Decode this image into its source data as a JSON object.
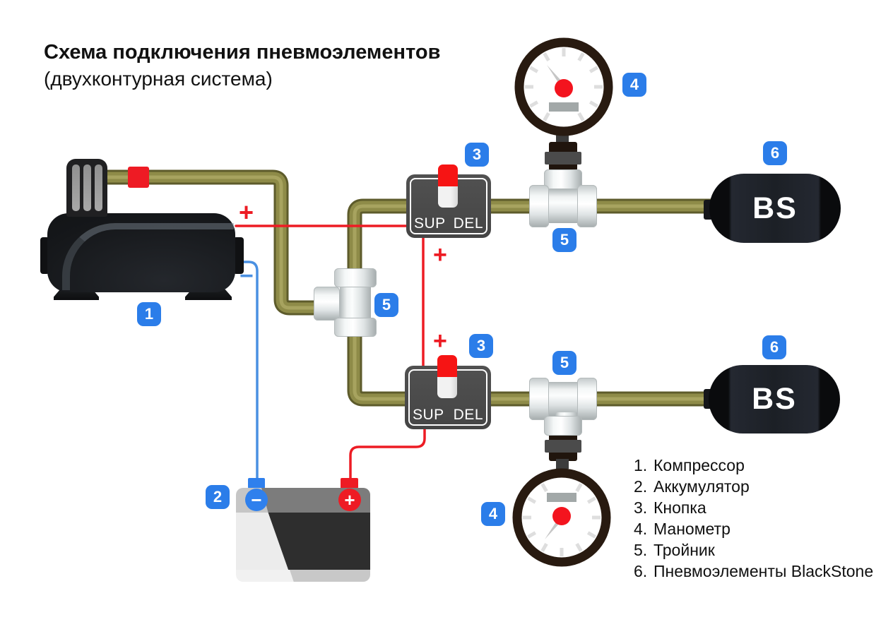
{
  "title": {
    "line1": "Схема подключения пневмоэлементов",
    "line2": "(двухконтурная система)"
  },
  "legend": {
    "items": [
      {
        "num": "1.",
        "label": "Компрессор"
      },
      {
        "num": "2.",
        "label": "Аккумулятор"
      },
      {
        "num": "3.",
        "label": "Кнопка"
      },
      {
        "num": "4.",
        "label": "Манометр"
      },
      {
        "num": "5.",
        "label": "Тройник"
      },
      {
        "num": "6.",
        "label": "Пневмоэлементы BlackStone"
      }
    ]
  },
  "badges": {
    "compressor": "1",
    "battery": "2",
    "button": "3",
    "gauge": "4",
    "tee": "5",
    "element": "6"
  },
  "buttons": {
    "sup": "SUP",
    "del": "DEL"
  },
  "elements": {
    "logo": "BS"
  },
  "battery": {
    "plus": "+",
    "minus": "−"
  },
  "wires": {
    "plus": "+",
    "minus": "−"
  },
  "colors": {
    "badge_blue": "#2b7de9",
    "wire_red": "#ed1c24",
    "wire_blue": "#4a90e2",
    "pipe_olive": "#8e8b48",
    "pipe_edge": "#5d5b2b",
    "gauge_red": "#f3141e",
    "toggle_red": "#f61414"
  }
}
